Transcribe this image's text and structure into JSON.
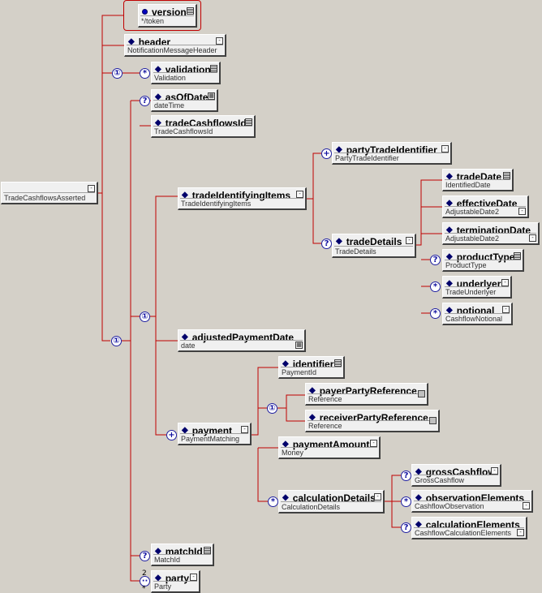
{
  "colors": {
    "background": "#d4d0c8",
    "connector": "#c00000",
    "indicator": "#1010a0"
  },
  "root": {
    "name": "",
    "type": "TradeCashflowsAsserted"
  },
  "nodes": {
    "version": {
      "name": "version",
      "type": "*/token"
    },
    "header": {
      "name": "header",
      "type": "NotificationMessageHeader"
    },
    "validation": {
      "name": "validation",
      "type": "Validation"
    },
    "asOfDate": {
      "name": "asOfDate",
      "type": "dateTime"
    },
    "tradeCashflowsId": {
      "name": "tradeCashflowsId",
      "type": "TradeCashflowsId"
    },
    "tradeIdentifyingItems": {
      "name": "tradeIdentifyingItems",
      "type": "TradeIdentifyingItems"
    },
    "partyTradeIdentifier": {
      "name": "partyTradeIdentifier",
      "type": "PartyTradeIdentifier"
    },
    "tradeDetails": {
      "name": "tradeDetails",
      "type": "TradeDetails"
    },
    "tradeDate": {
      "name": "tradeDate",
      "type": "IdentifiedDate"
    },
    "effectiveDate": {
      "name": "effectiveDate",
      "type": "AdjustableDate2"
    },
    "terminationDate": {
      "name": "terminationDate",
      "type": "AdjustableDate2"
    },
    "productType": {
      "name": "productType",
      "type": "ProductType"
    },
    "underlyer": {
      "name": "underlyer",
      "type": "TradeUnderlyer"
    },
    "notional": {
      "name": "notional",
      "type": "CashflowNotional"
    },
    "adjustedPaymentDate": {
      "name": "adjustedPaymentDate",
      "type": "date"
    },
    "payment": {
      "name": "payment",
      "type": "PaymentMatching"
    },
    "identifier": {
      "name": "identifier",
      "type": "PaymentId"
    },
    "payerPartyReference": {
      "name": "payerPartyReference",
      "type": "Reference"
    },
    "receiverPartyReference": {
      "name": "receiverPartyReference",
      "type": "Reference"
    },
    "paymentAmount": {
      "name": "paymentAmount",
      "type": "Money"
    },
    "calculationDetails": {
      "name": "calculationDetails",
      "type": "CalculationDetails"
    },
    "grossCashflow": {
      "name": "grossCashflow",
      "type": "GrossCashflow"
    },
    "observationElements": {
      "name": "observationElements",
      "type": "CashflowObservation"
    },
    "calculationElements": {
      "name": "calculationElements",
      "type": "CashflowCalculationElements"
    },
    "matchId": {
      "name": "matchId",
      "type": "MatchId"
    },
    "party": {
      "name": "party",
      "type": "Party"
    }
  },
  "indicators": {
    "choice": "①",
    "optional": "?",
    "multi": "*",
    "plus": "+"
  },
  "cardinality": {
    "party_max": "2",
    "party_unbounded": "*"
  }
}
